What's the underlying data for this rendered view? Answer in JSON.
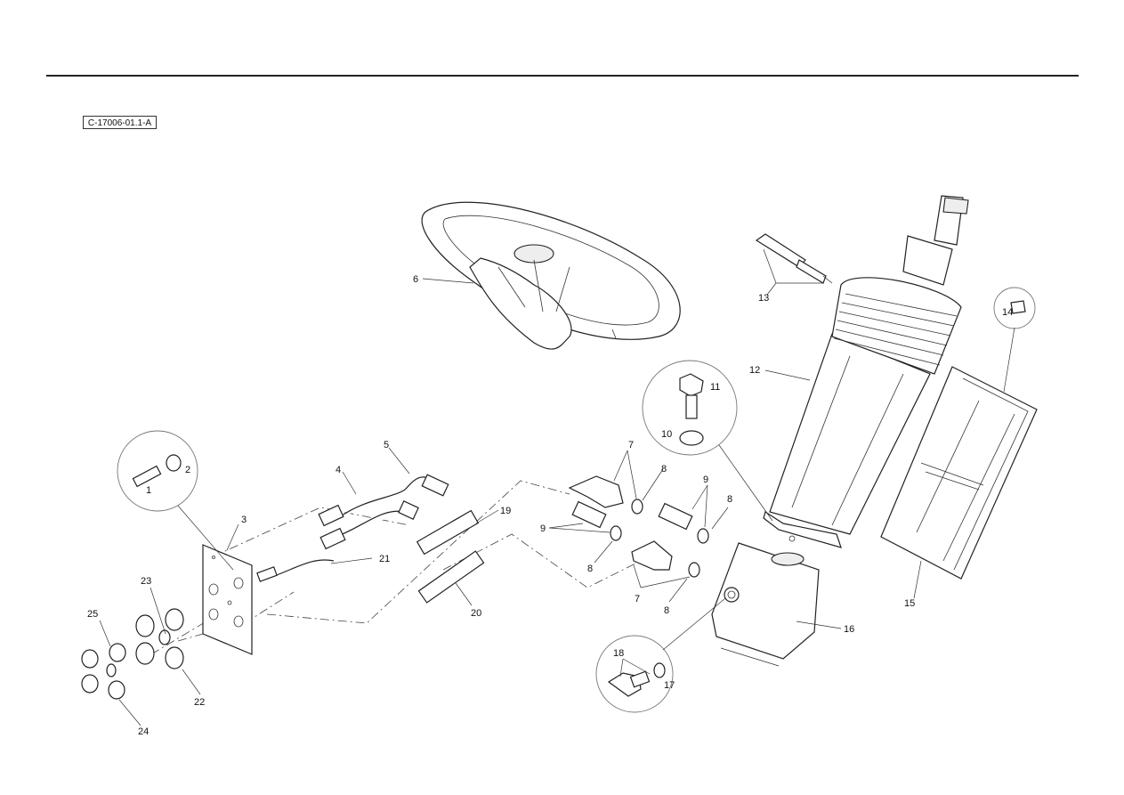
{
  "figure_ref": "C-17006-01.1-A",
  "callouts": {
    "c1": "1",
    "c2": "2",
    "c3": "3",
    "c4": "4",
    "c5": "5",
    "c6": "6",
    "c7a": "7",
    "c7b": "7",
    "c8a": "8",
    "c8b": "8",
    "c8c": "8",
    "c8d": "8",
    "c9a": "9",
    "c9b": "9",
    "c10": "10",
    "c11": "11",
    "c12": "12",
    "c13": "13",
    "c14": "14",
    "c15": "15",
    "c16": "16",
    "c17": "17",
    "c18": "18",
    "c19": "19",
    "c20": "20",
    "c21": "21",
    "c22": "22",
    "c23": "23",
    "c24": "24",
    "c25": "25"
  }
}
